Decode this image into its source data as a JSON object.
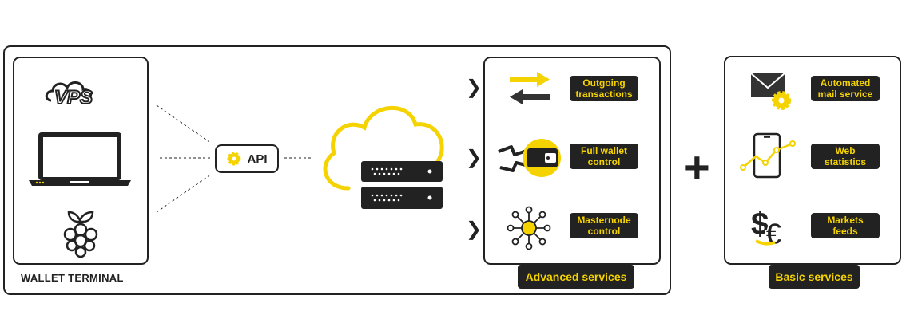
{
  "wallet": {
    "caption": "WALLET TERMINAL",
    "vps_logo_text": "VPS",
    "devices": [
      "vps-cloud-icon",
      "laptop-icon",
      "raspberry-pi-icon"
    ]
  },
  "api": {
    "label": "API",
    "icon": "gear-icon"
  },
  "cloud_server": {
    "icon": "cloud-server-icon"
  },
  "advanced": {
    "label": "Advanced services",
    "items": [
      {
        "label": "Outgoing transactions",
        "icon": "transfer-arrows-icon"
      },
      {
        "label": "Full wallet control",
        "icon": "wrench-wallet-icon"
      },
      {
        "label": "Masternode control",
        "icon": "masternode-network-icon"
      }
    ]
  },
  "plus_sign": "+",
  "basic": {
    "label": "Basic services",
    "items": [
      {
        "label": "Automated mail service",
        "icon": "mail-gear-icon"
      },
      {
        "label": "Web statistics",
        "icon": "phone-statistics-icon"
      },
      {
        "label": "Markets feeds",
        "icon": "dollar-euro-icon"
      }
    ]
  },
  "colors": {
    "accent": "#f5d300",
    "dark": "#222222",
    "background": "#ffffff"
  }
}
